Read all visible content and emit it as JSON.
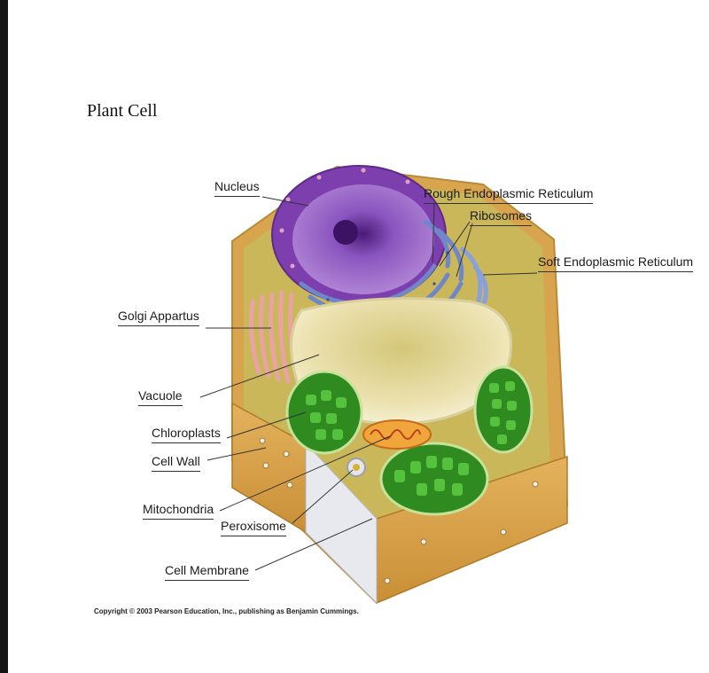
{
  "title": "Plant Cell",
  "labels": {
    "nucleus": "Nucleus",
    "rough_er": "Rough Endoplasmic Reticulum",
    "ribosomes": "Ribosomes",
    "soft_er": "Soft Endoplasmic Reticulum",
    "golgi": "Golgi Appartus",
    "vacuole": "Vacuole",
    "chloroplasts": "Chloroplasts",
    "cell_wall": "Cell Wall",
    "mitochondria": "Mitochondria",
    "peroxisome": "Peroxisome",
    "cell_membrane": "Cell Membrane"
  },
  "copyright": "Copyright © 2003 Pearson Education, Inc., publishing as Benjamin Cummings.",
  "colors": {
    "cell_wall": "#d9a44e",
    "cytoplasm": "#c9b75a",
    "nucleus": "#8a4fb3",
    "er": "#6f86c8",
    "golgi": "#e9a3a3",
    "vacuole": "#efe6b0",
    "chloroplast": "#3f9a2c",
    "mitochondria": "#e88a2c"
  }
}
